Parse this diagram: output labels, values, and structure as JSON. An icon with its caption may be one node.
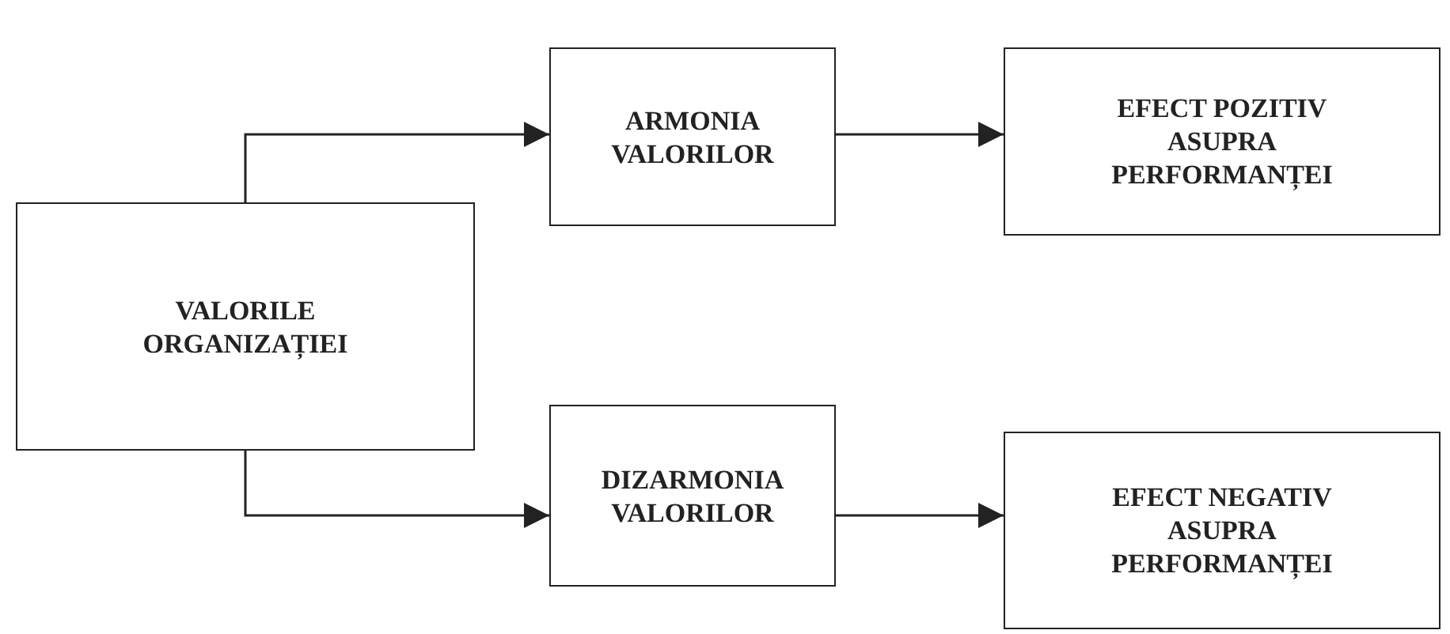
{
  "diagram": {
    "nodes": [
      {
        "text": [
          "VALORILE ORGANIZAȚIEI"
        ]
      },
      {
        "text": [
          "ARMONIA VALORILOR"
        ]
      },
      {
        "text": [
          "EFECT POZITIV ASUPRA PERFORMANȚEI"
        ]
      },
      {
        "text": [
          "DIZARMONIA VALORILOR"
        ]
      },
      {
        "text": [
          "EFECT NEGATIV ASUPRA PERFORMANȚEI"
        ]
      }
    ],
    "edges": [
      {
        "from": 0,
        "to": 1,
        "arrow": "to"
      },
      {
        "from": 1,
        "to": 2,
        "arrow": "to"
      },
      {
        "from": 0,
        "to": 3,
        "arrow": "to"
      },
      {
        "from": 3,
        "to": 4,
        "arrow": "to"
      }
    ]
  }
}
